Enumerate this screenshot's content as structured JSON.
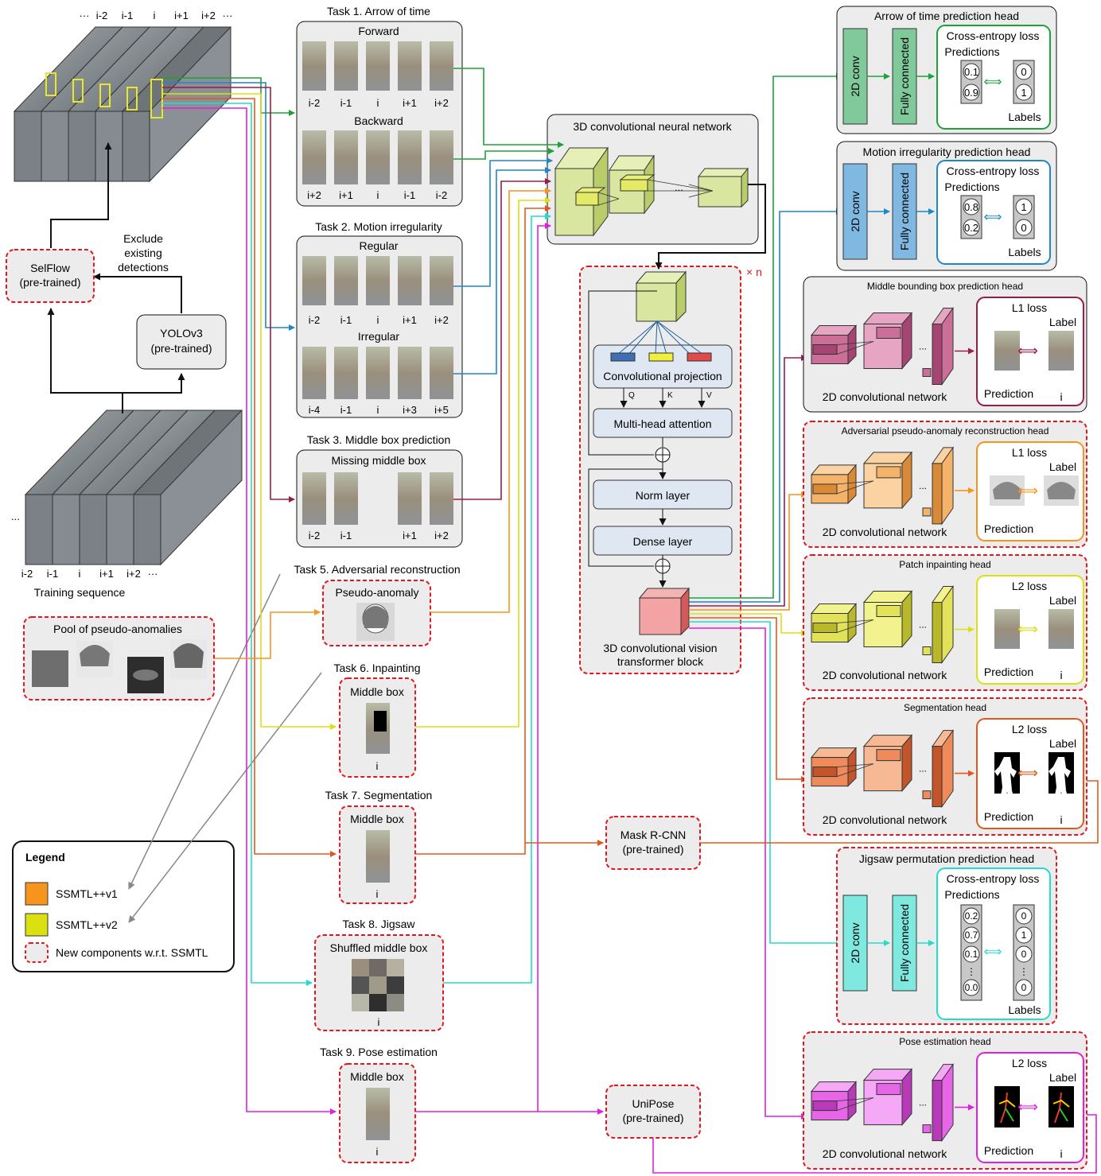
{
  "frames_top": {
    "labels": [
      "···",
      "i-2",
      "i-1",
      "i",
      "i+1",
      "i+2",
      "···"
    ]
  },
  "frames_bottom": {
    "labels": [
      "···",
      "i-2",
      "i-1",
      "i",
      "i+1",
      "i+2",
      "···"
    ]
  },
  "training_sequence": "Training sequence",
  "ellipsis": "...",
  "selflow": {
    "line1": "SelFlow",
    "line2": "(pre-trained)"
  },
  "yolo": {
    "line1": "YOLOv3",
    "line2": "(pre-trained)"
  },
  "exclude": {
    "line1": "Exclude",
    "line2": "existing",
    "line3": "detections"
  },
  "task1": {
    "title": "Task 1. Arrow of time",
    "forward": "Forward",
    "backward": "Backward",
    "forward_labels": [
      "i-2",
      "i-1",
      "i",
      "i+1",
      "i+2"
    ],
    "backward_labels": [
      "i+2",
      "i+1",
      "i",
      "i-1",
      "i-2"
    ]
  },
  "task2": {
    "title": "Task 2. Motion irregularity",
    "regular": "Regular",
    "irregular": "Irregular",
    "regular_labels": [
      "i-2",
      "i-1",
      "i",
      "i+1",
      "i+2"
    ],
    "irregular_labels": [
      "i-4",
      "i-1",
      "i",
      "i+3",
      "i+5"
    ]
  },
  "task3": {
    "title": "Task 3. Middle box prediction",
    "subtitle": "Missing middle box",
    "labels": [
      "i-2",
      "i-1",
      "i+1",
      "i+2"
    ]
  },
  "task5": {
    "title": "Task 5. Adversarial reconstruction",
    "box": "Pseudo-anomaly"
  },
  "pool": {
    "title": "Pool of pseudo-anomalies"
  },
  "task6": {
    "title": "Task 6. Inpainting",
    "box": "Middle box",
    "label": "i"
  },
  "task7": {
    "title": "Task 7. Segmentation",
    "box": "Middle box",
    "label": "i"
  },
  "task8": {
    "title": "Task 8. Jigsaw",
    "box": "Shuffled middle box",
    "label": "i"
  },
  "task9": {
    "title": "Task 9. Pose estimation",
    "box": "Middle box",
    "label": "i"
  },
  "legend": {
    "title": "Legend",
    "v1": "SSMTL++v1",
    "v2": "SSMTL++v2",
    "new": "New components w.r.t. SSMTL"
  },
  "cnn3d": {
    "title": "3D convolutional neural network",
    "ellipsis": "..."
  },
  "transformer": {
    "times": "× n",
    "conv_proj": "Convolutional projection",
    "q": "Q",
    "k": "K",
    "v": "V",
    "mha": "Multi-head attention",
    "norm": "Norm layer",
    "dense": "Dense layer",
    "caption1": "3D convolutional vision",
    "caption2": "transformer block",
    "plus": "+"
  },
  "maskrcnn": {
    "line1": "Mask R-CNN",
    "line2": "(pre-trained)"
  },
  "unipose": {
    "line1": "UniPose",
    "line2": "(pre-trained)"
  },
  "head_aot": {
    "title": "Arrow of time prediction head",
    "conv": "2D conv",
    "fc": "Fully connected",
    "loss": "Cross-entropy loss",
    "predictions": "Predictions",
    "labels": "Labels",
    "pred_values": [
      "0.1",
      "0.9"
    ],
    "label_values": [
      "0",
      "1"
    ]
  },
  "head_motion": {
    "title": "Motion irregularity prediction head",
    "conv": "2D conv",
    "fc": "Fully connected",
    "loss": "Cross-entropy loss",
    "predictions": "Predictions",
    "labels": "Labels",
    "pred_values": [
      "0.8",
      "0.2"
    ],
    "label_values": [
      "1",
      "0"
    ]
  },
  "head_middle": {
    "title": "Middle bounding box prediction head",
    "loss": "L1 loss",
    "label": "Label",
    "prediction": "Prediction",
    "i": "i",
    "network": "2D convolutional network",
    "ellipsis": "..."
  },
  "head_adv": {
    "title": "Adversarial pseudo-anomaly reconstruction head",
    "loss": "L1 loss",
    "label": "Label",
    "prediction": "Prediction",
    "network": "2D convolutional network",
    "ellipsis": "..."
  },
  "head_patch": {
    "title": "Patch inpainting head",
    "loss": "L2 loss",
    "label": "Label",
    "prediction": "Prediction",
    "i": "i",
    "network": "2D convolutional network",
    "ellipsis": "..."
  },
  "head_seg": {
    "title": "Segmentation head",
    "loss": "L2 loss",
    "label": "Label",
    "prediction": "Prediction",
    "i": "i",
    "network": "2D convolutional network",
    "ellipsis": "..."
  },
  "head_jigsaw": {
    "title": "Jigsaw permutation prediction head",
    "conv": "2D conv",
    "fc": "Fully connected",
    "loss": "Cross-entropy loss",
    "predictions": "Predictions",
    "labels": "Labels",
    "pred_values": [
      "0.2",
      "0.7",
      "0.1",
      "0.0"
    ],
    "label_values": [
      "0",
      "1",
      "0",
      "0"
    ],
    "dots": "⋮"
  },
  "head_pose": {
    "title": "Pose estimation head",
    "loss": "L2 loss",
    "label": "Label",
    "prediction": "Prediction",
    "i": "i",
    "network": "2D convolutional network",
    "ellipsis": "..."
  },
  "colors": {
    "green": "#1ea13a",
    "blue": "#1f86c9",
    "maroon": "#9b1b4d",
    "orange": "#f08d1b",
    "yellow": "#d4d41a",
    "red_orange": "#e2581c",
    "cyan": "#22dccc",
    "magenta": "#e01fe0",
    "legend_v1": "#f7941d",
    "legend_v2": "#dbe013",
    "dashed_red": "#e3171e"
  }
}
